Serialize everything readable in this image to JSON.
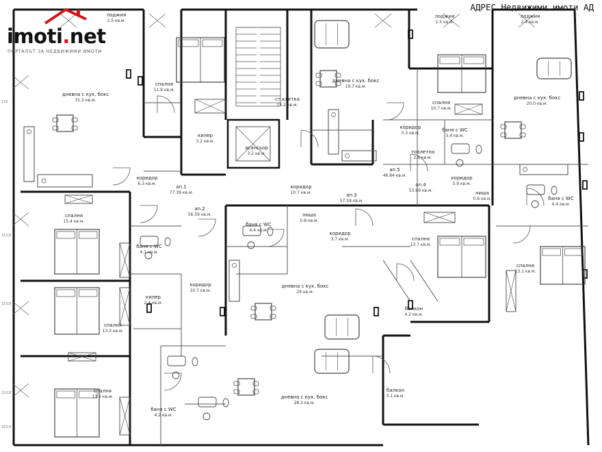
{
  "logo": {
    "word_main": "imoti",
    "word_dot": ".",
    "word_end": "net",
    "tagline": "ПОРТАЛЪТ ЗА НЕДВИЖИМИ ИМОТИ"
  },
  "watermark": "АДРЕС Недвижими имоти АД",
  "colors": {
    "wall": "#111111",
    "line": "#555555",
    "fixture": "#444444",
    "logo_red": "#d0161b"
  },
  "rooms": [
    {
      "id": "lodzhia-1",
      "l1": "лоджия",
      "l2": "2.5 кв.м."
    },
    {
      "id": "dnevna-1",
      "l1": "дневна с кух. бокс",
      "l2": "31.2 кв.м."
    },
    {
      "id": "spalnia-1",
      "l1": "спалня",
      "l2": "11.9 кв.м."
    },
    {
      "id": "kiler-1",
      "l1": "килер",
      "l2": "3.2 кв.м."
    },
    {
      "id": "st-kletka",
      "l1": "ст.клетка",
      "l2": "15.2 кв.м."
    },
    {
      "id": "asansior",
      "l1": "асансьор",
      "l2": "3.2 кв.м."
    },
    {
      "id": "dnevna-2",
      "l1": "дневна с кух. бокс",
      "l2": "19.7 кв.м."
    },
    {
      "id": "lodzhia-2",
      "l1": "лоджия",
      "l2": "2.5 кв.м."
    },
    {
      "id": "lodzhia-3",
      "l1": "лоджия",
      "l2": "2.4 кв.м."
    },
    {
      "id": "spalnia-2",
      "l1": "спалня",
      "l2": "10.7 кв.м."
    },
    {
      "id": "dnevna-3",
      "l1": "дневна с кух. бокс",
      "l2": "20.0 кв.м."
    },
    {
      "id": "koridor-1",
      "l1": "коридор",
      "l2": "3.3 кв.м."
    },
    {
      "id": "bania-1",
      "l1": "баня с WC",
      "l2": "3.4 кв.м."
    },
    {
      "id": "wc",
      "l1": "тоалетна",
      "l2": "2.6 кв.м."
    },
    {
      "id": "ap5",
      "l1": "ап.5",
      "l2": "46.84 кв.м."
    },
    {
      "id": "ap4",
      "l1": "ап.4",
      "l2": "53.69 кв.м."
    },
    {
      "id": "koridor-2",
      "l1": "коридор",
      "l2": "5.9 кв.м."
    },
    {
      "id": "koridor-3",
      "l1": "коридор",
      "l2": "6.3 кв.м."
    },
    {
      "id": "ap1",
      "l1": "ап.1",
      "l2": "77.39 кв.м."
    },
    {
      "id": "koridor-4",
      "l1": "коридор",
      "l2": "10.7 кв.м."
    },
    {
      "id": "ap3",
      "l1": "ап.3",
      "l2": "57.59 кв.м."
    },
    {
      "id": "nisha",
      "l1": "ниша",
      "l2": "0.6 кв.м."
    },
    {
      "id": "bania-2",
      "l1": "баня с WC",
      "l2": "4.4 кв.м."
    },
    {
      "id": "spalnia-3",
      "l1": "спалня",
      "l2": "15.4 кв.м."
    },
    {
      "id": "ap2",
      "l1": "ап.2",
      "l2": "56.59 кв.м."
    },
    {
      "id": "bania-3",
      "l1": "баня с WC",
      "l2": "4.4 кв.м."
    },
    {
      "id": "nisha-2",
      "l1": "ниша",
      "l2": "0.8 кв.м."
    },
    {
      "id": "koridor-5",
      "l1": "коридор",
      "l2": "3.7 кв.м."
    },
    {
      "id": "spalnia-4",
      "l1": "спалня",
      "l2": "13.7 кв.м."
    },
    {
      "id": "spalnia-5",
      "l1": "спалня",
      "l2": "13.1 кв.м."
    },
    {
      "id": "bania-4",
      "l1": "баня с WC",
      "l2": "4.1 кв.м."
    },
    {
      "id": "koridor-6",
      "l1": "коридор",
      "l2": "10.7 кв.м."
    },
    {
      "id": "dnevna-4",
      "l1": "дневна с кух. бокс",
      "l2": "24 кв.м."
    },
    {
      "id": "kiler-2",
      "l1": "килер",
      "l2": "2.4 кв.м."
    },
    {
      "id": "balkon-1",
      "l1": "балкон",
      "l2": "4.2 кв.м."
    },
    {
      "id": "spalnia-6",
      "l1": "спалня",
      "l2": "13.3 кв.м."
    },
    {
      "id": "spalnia-7",
      "l1": "спалня",
      "l2": "13.6 кв.м."
    },
    {
      "id": "bania-5",
      "l1": "баня с WC",
      "l2": "4.2 кв.м."
    },
    {
      "id": "dnevna-5",
      "l1": "дневна с кух. бокс",
      "l2": "28.3 кв.м."
    },
    {
      "id": "balkon-2",
      "l1": "балкон",
      "l2": "3.1 кв.м."
    }
  ],
  "dims": [
    "120",
    "15/18",
    "15/18",
    "15/18",
    "16/19"
  ]
}
